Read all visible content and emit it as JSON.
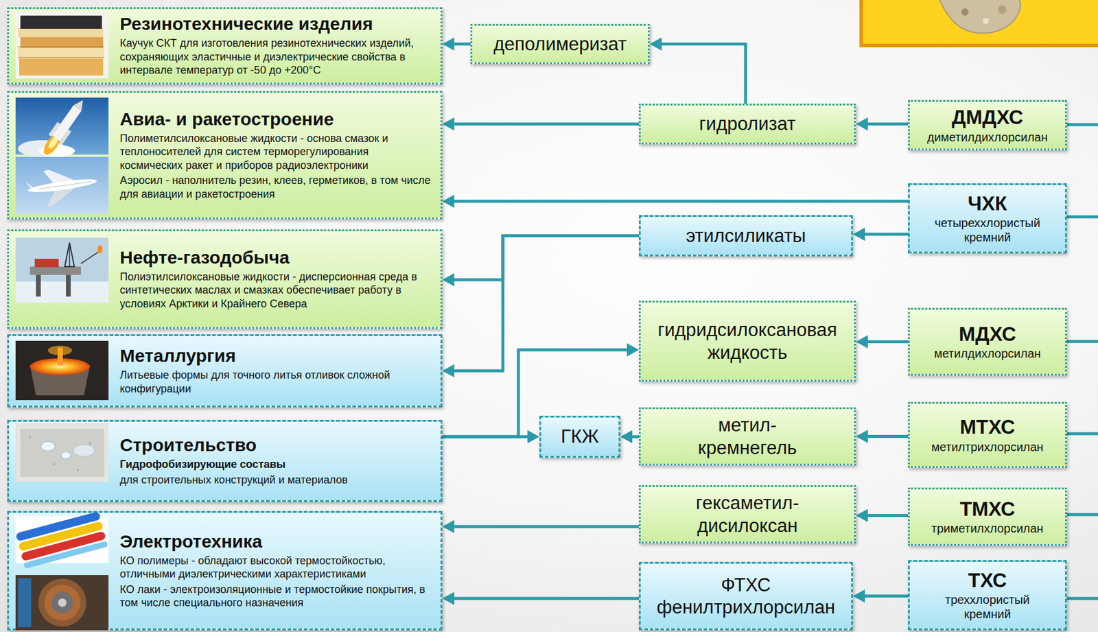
{
  "diagram": {
    "nodes": [
      {
        "text": [
          "Резинотехнические изделия",
          "Каучук СКТ для изготовления резинотехнических изделий, сохраняющих эластичные и диэлектрические свойства в интервале температур от -50 до +200°С"
        ]
      },
      {
        "text": [
          "Авиа- и ракетостроение",
          "Полиметилсилоксановые жидкости - основа смазок и теплоносителей для систем терморегулирования космических ракет и приборов радиоэлектроники",
          "Аэросил - наполнитель резин, клеев, герметиков, в том числе для авиации и ракетостроения"
        ]
      },
      {
        "text": [
          "Нефте-газодобыча",
          "Полиэтилсилоксановые жидкости - дисперсионная среда в синтетических маслах и смазках обеспечивает работу в условиях Арктики и Крайнего Севера"
        ]
      },
      {
        "text": [
          "Металлургия",
          "Литьевые формы для точного литья отливок сложной конфигурации"
        ]
      },
      {
        "text": [
          "Строительство",
          "Гидрофобизирующие составы",
          "для строительных конструкций и материалов"
        ]
      },
      {
        "text": [
          "Электротехника",
          "КО полимеры - обладают высокой термостойкостью, отличными диэлектрическими характеристиками",
          "КО лаки - электроизоляционные и термостойкие покрытия, в том числе специального назначения"
        ]
      },
      {
        "text": [
          "деполимеризат"
        ]
      },
      {
        "text": [
          "гидролизат"
        ]
      },
      {
        "text": [
          "этилсиликаты"
        ]
      },
      {
        "text": [
          "гидридсилоксановая жидкость"
        ]
      },
      {
        "text": [
          "ГКЖ"
        ]
      },
      {
        "text": [
          "метил- кремнегель"
        ]
      },
      {
        "text": [
          "гексаметил- дисилоксан"
        ]
      },
      {
        "text": [
          "ФТХС",
          "фенилтрихлорсилан"
        ]
      },
      {
        "text": [
          "ДМДХС",
          "диметилдихлорсилан"
        ]
      },
      {
        "text": [
          "ЧХК",
          "четыреххлористый кремний"
        ]
      },
      {
        "text": [
          "МДХС",
          "метилдихлорсилан"
        ]
      },
      {
        "text": [
          "МТХС",
          "метилтрихлорсилан"
        ]
      },
      {
        "text": [
          "ТМХС",
          "триметилхлорсилан"
        ]
      },
      {
        "text": [
          "ТХС",
          "треххлористый кремний"
        ]
      }
    ],
    "edges": [
      {
        "from": 7,
        "to": 6,
        "arrow": "to"
      },
      {
        "from": 6,
        "to": 0,
        "arrow": "to"
      },
      {
        "from": 7,
        "to": 1,
        "arrow": "to"
      },
      {
        "from": 14,
        "to": 7,
        "arrow": "to"
      },
      {
        "from": 15,
        "to": 1,
        "arrow": "to"
      },
      {
        "from": 15,
        "to": 8,
        "arrow": "to"
      },
      {
        "from": 8,
        "to": 2,
        "arrow": "to"
      },
      {
        "from": 8,
        "to": 3,
        "arrow": "to"
      },
      {
        "from": 16,
        "to": 9,
        "arrow": "to"
      },
      {
        "from": 4,
        "to": 10,
        "arrow": "to"
      },
      {
        "from": 4,
        "to": 9,
        "arrow": "to"
      },
      {
        "from": 17,
        "to": 11,
        "arrow": "to"
      },
      {
        "from": 11,
        "to": 10,
        "arrow": "to"
      },
      {
        "from": 18,
        "to": 12,
        "arrow": "to"
      },
      {
        "from": 12,
        "to": 5,
        "arrow": "to"
      },
      {
        "from": 19,
        "to": 13,
        "arrow": "to"
      },
      {
        "from": 13,
        "to": 5,
        "arrow": "to"
      }
    ]
  }
}
